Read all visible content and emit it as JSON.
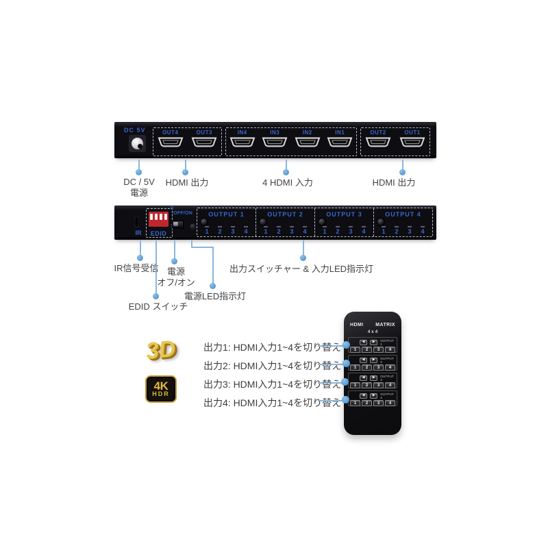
{
  "colors": {
    "label_blue": "#3a68cf",
    "callout_dot_blue": "#4f97d2",
    "callout_line_blue": "#8ab6dc",
    "panel_black": "#0d0d12",
    "dip_red": "#c0272d",
    "gold": "#e0b93f",
    "text_gray": "#424242"
  },
  "rear_panel": {
    "power_label": "DC 5V",
    "groups": [
      {
        "ports": [
          {
            "label": "OUT4"
          },
          {
            "label": "OUT3"
          }
        ]
      },
      {
        "ports": [
          {
            "label": "IN4"
          },
          {
            "label": "IN3"
          },
          {
            "label": "IN2"
          },
          {
            "label": "IN1"
          }
        ]
      },
      {
        "ports": [
          {
            "label": "OUT2"
          },
          {
            "label": "OUT1"
          }
        ]
      }
    ],
    "callouts": [
      {
        "line1": "DC / 5V",
        "line2": "電源"
      },
      {
        "line1": "HDMI 出力"
      },
      {
        "line1": "4 HDMI 入力"
      },
      {
        "line1": "HDMI 出力"
      }
    ]
  },
  "front_panel": {
    "ir_label": "IR",
    "edid_label": "EDID",
    "dip_top": "0",
    "dip_bottom": "1",
    "power_switch_label": "OFF/ON",
    "outputs": [
      {
        "label": "OUTPUT 1",
        "channels": [
          "1",
          "2",
          "3",
          "4"
        ]
      },
      {
        "label": "OUTPUT 2",
        "channels": [
          "1",
          "2",
          "3",
          "4"
        ]
      },
      {
        "label": "OUTPUT 3",
        "channels": [
          "1",
          "2",
          "3",
          "4"
        ]
      },
      {
        "label": "OUTPUT 4",
        "channels": [
          "1",
          "2",
          "3",
          "4"
        ]
      }
    ],
    "callouts": {
      "ir": "IR信号受信",
      "power_line1": "電源",
      "power_line2": "オフ/オン",
      "edid": "EDID スイッチ",
      "power_led": "電源LED指示灯",
      "output_switch": "出力スイッチャー & 入力LED指示灯"
    }
  },
  "features": {
    "badge_3d": "3D",
    "badge_4k_line1": "4K",
    "badge_4k_line2": "HDR",
    "lines": [
      {
        "text": "出力1: HDMI入力1~4を切り替え"
      },
      {
        "text": "出力2: HDMI入力1~4を切り替え"
      },
      {
        "text": "出力3: HDMI入力1~4を切り替え"
      },
      {
        "text": "出力4: HDMI入力1~4を切り替え"
      }
    ]
  },
  "remote": {
    "brand_left": "HDMI",
    "brand_right": "MATRIX",
    "size_label": "4 x 4",
    "prev_icon": "◀",
    "next_icon": "▶",
    "groups": [
      {
        "label": "OUTPUT 1",
        "buttons": [
          "1",
          "2",
          "3",
          "4"
        ]
      },
      {
        "label": "OUTPUT 2",
        "buttons": [
          "1",
          "2",
          "3",
          "4"
        ]
      },
      {
        "label": "OUTPUT 3",
        "buttons": [
          "1",
          "2",
          "3",
          "4"
        ]
      },
      {
        "label": "OUTPUT 4",
        "buttons": [
          "1",
          "2",
          "3",
          "4"
        ]
      }
    ]
  }
}
